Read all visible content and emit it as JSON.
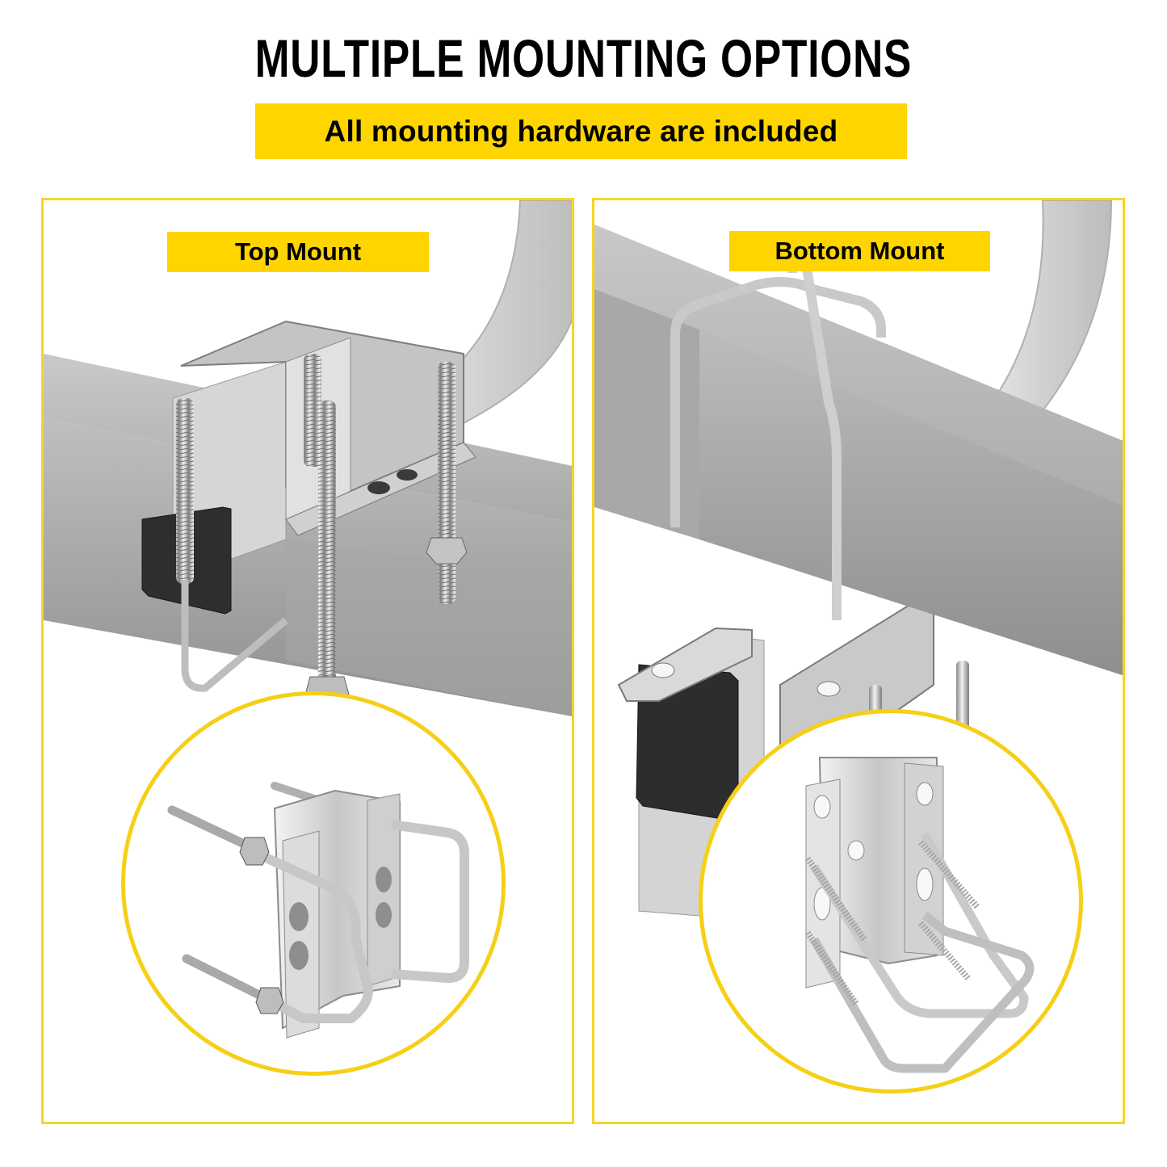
{
  "header": {
    "title": "MULTIPLE MOUNTING OPTIONS",
    "subtitle": "All mounting hardware are included"
  },
  "panels": [
    {
      "label": "Top Mount",
      "scene": "Square tube mounted on top of a square crossbar with a bracket, four threaded U-bolt ends and nuts",
      "inset": "Bracket assembly with two U-bolts and nuts (close-up)"
    },
    {
      "label": "Bottom Mount",
      "scene": "Square tube clamped underneath a square crossbar with a bent U-bolt over the top",
      "inset": "Bracket assembly with two crossing U-bolts (close-up)"
    }
  ],
  "colors": {
    "accent_yellow": "#ffd500",
    "panel_border": "#f9d423",
    "inset_border": "#f6cf16",
    "metal_light": "#d9d9d9",
    "metal_mid": "#b5b5b5",
    "metal_dark": "#8d8d8d",
    "end_cap": "#2b2b2b",
    "text": "#000000"
  }
}
